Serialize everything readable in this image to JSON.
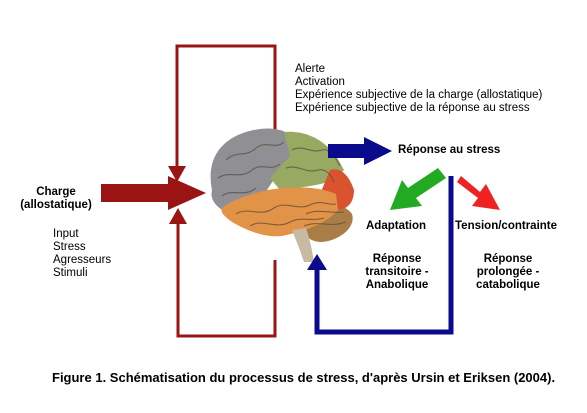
{
  "input": {
    "charge_line1": "Charge",
    "charge_line2": "(allostatique)",
    "items": [
      "Input",
      "Stress",
      "Agresseurs",
      "Stimuli"
    ]
  },
  "top_feedback": {
    "items": [
      "Alerte",
      "Activation",
      "Expérience subjective de la charge (allostatique)",
      "Expérience subjective de la réponse au stress"
    ]
  },
  "response": {
    "title": "Réponse au stress",
    "left_branch": {
      "label": "Adaptation",
      "desc_line1": "Réponse",
      "desc_line2": "transitoire -",
      "desc_line3": "Anabolique"
    },
    "right_branch": {
      "label": "Tension/contrainte",
      "desc_line1": "Réponse",
      "desc_line2": "prolongée -",
      "desc_line3": "catabolique"
    }
  },
  "caption": "Figure 1. Schématisation du processus de stress, d'après Ursin et Eriksen (2004).",
  "colors": {
    "dark_red": "#9b1414",
    "navy": "#0a0a8c",
    "green": "#22aa22",
    "red": "#ee2222",
    "brain_grey": "#8f8f94",
    "brain_green": "#98aa62",
    "brain_orange": "#e39347",
    "brain_red": "#d9532e",
    "cerebellum": "#a97e46"
  }
}
